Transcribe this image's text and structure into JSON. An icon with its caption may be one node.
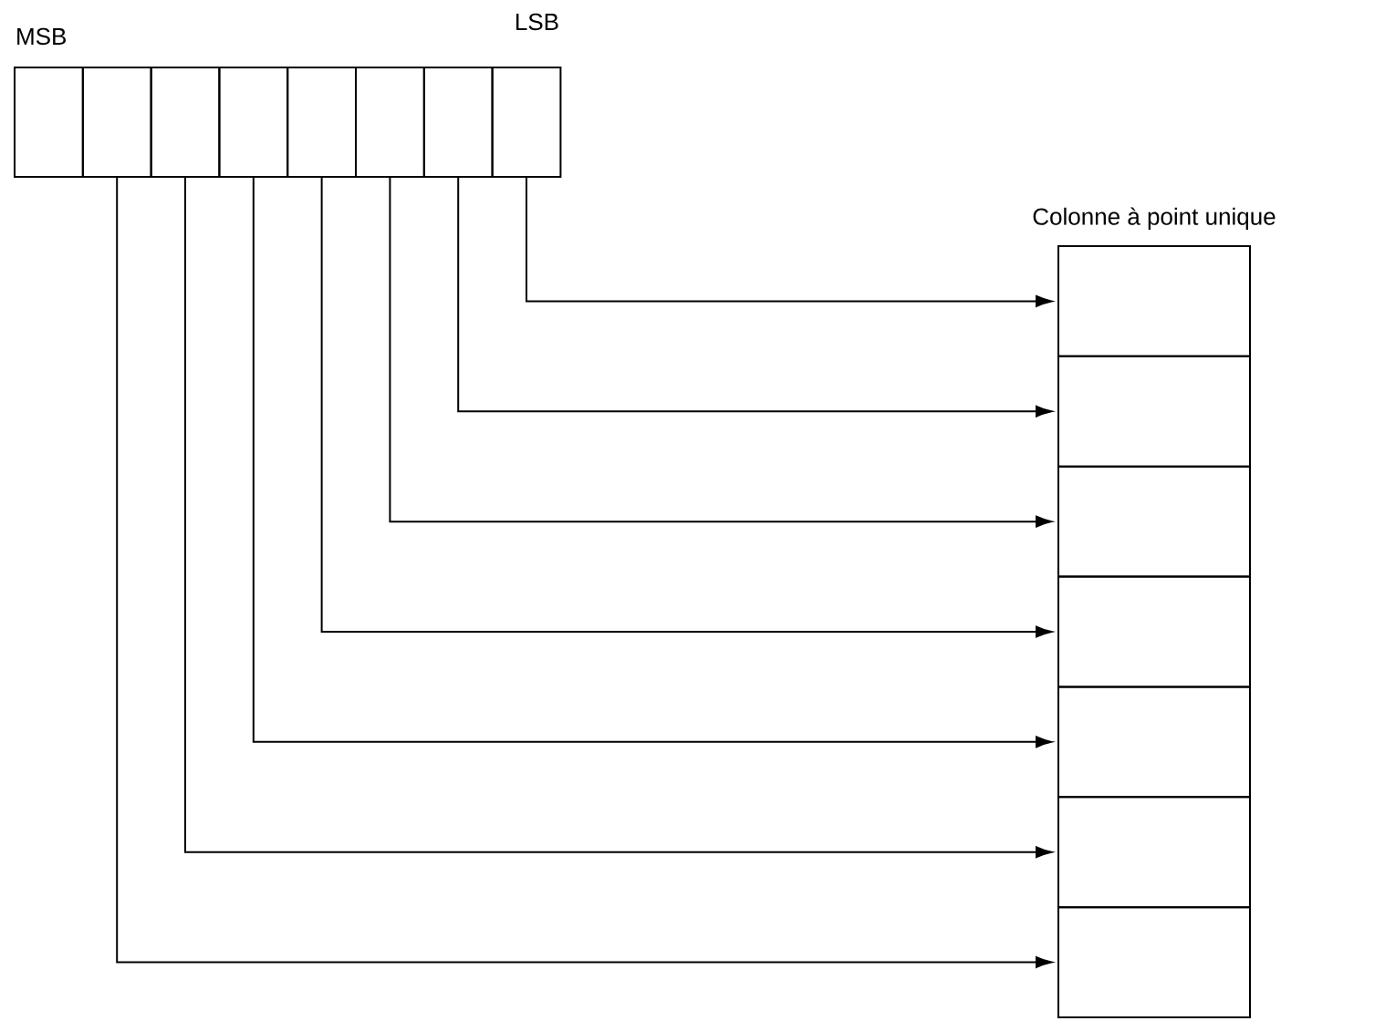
{
  "diagram": {
    "nodes": [
      {
        "text": [],
        "shape": "box"
      },
      {
        "text": [],
        "shape": "box"
      },
      {
        "text": [],
        "shape": "box"
      },
      {
        "text": [],
        "shape": "box"
      },
      {
        "text": [],
        "shape": "box"
      },
      {
        "text": [],
        "shape": "box"
      },
      {
        "text": [],
        "shape": "box"
      },
      {
        "text": [],
        "shape": "box"
      },
      {
        "text": [
          "Colonne à point unique"
        ]
      },
      {
        "text": [],
        "shape": "box",
        "in": 8
      },
      {
        "text": [],
        "shape": "box",
        "in": 8
      },
      {
        "text": [],
        "shape": "box",
        "in": 8
      },
      {
        "text": [],
        "shape": "box",
        "in": 8
      },
      {
        "text": [],
        "shape": "box",
        "in": 8
      },
      {
        "text": [],
        "shape": "box",
        "in": 8
      },
      {
        "text": [],
        "shape": "box",
        "in": 8
      }
    ],
    "edges": [
      {
        "from": 7,
        "to": 9,
        "arrow": "to"
      },
      {
        "from": 6,
        "to": 10,
        "arrow": "to"
      },
      {
        "from": 5,
        "to": 11,
        "arrow": "to"
      },
      {
        "from": 4,
        "to": 12,
        "arrow": "to"
      },
      {
        "from": 3,
        "to": 13,
        "arrow": "to"
      },
      {
        "from": 2,
        "to": 14,
        "arrow": "to"
      },
      {
        "from": 1,
        "to": 15,
        "arrow": "to"
      }
    ],
    "labels": [
      "MSB",
      "LSB"
    ]
  }
}
